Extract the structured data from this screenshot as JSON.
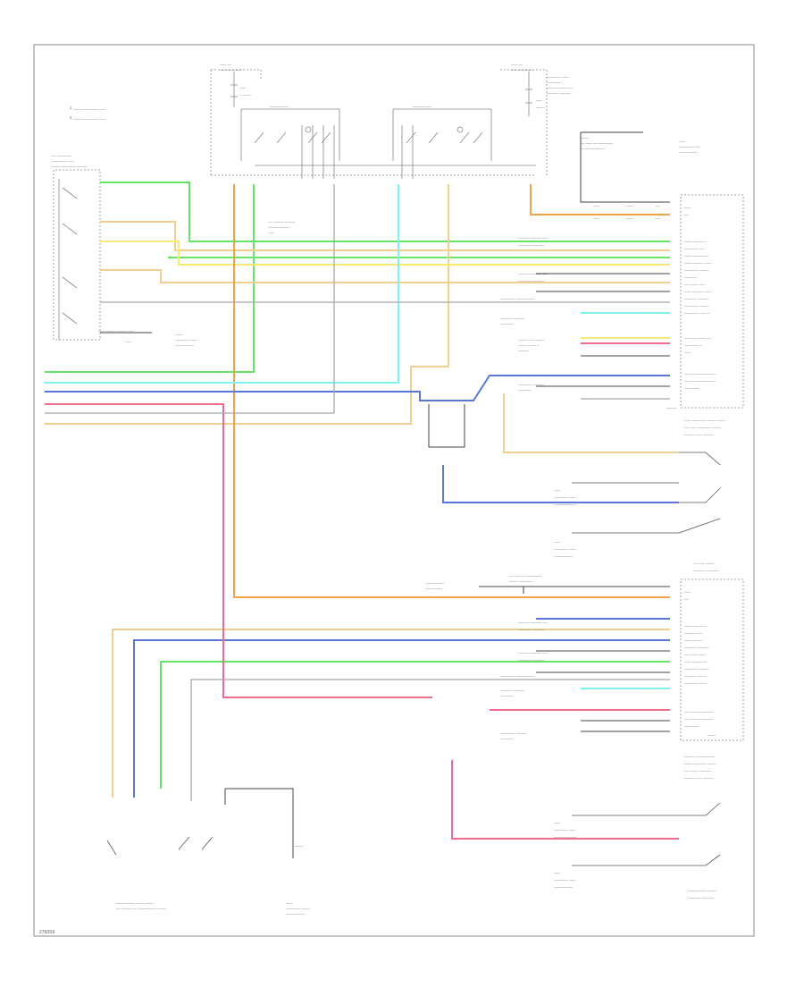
{
  "diagram_id": "2760S9",
  "notes": [
    "1. ___ ________ ___",
    "2. ___ ________ ___"
  ],
  "colors": {
    "frame": "#8a8a8a",
    "wire_green": "#66e466",
    "wire_orange": "#f3a24a",
    "wire_tan": "#f2cf8e",
    "wire_yellow": "#f6ec74",
    "wire_blue": "#5a78d8",
    "wire_cyan": "#7ff2f2",
    "wire_pink": "#f26b8f",
    "wire_gray": "#9a9a9a",
    "wire_dark": "#333333"
  }
}
